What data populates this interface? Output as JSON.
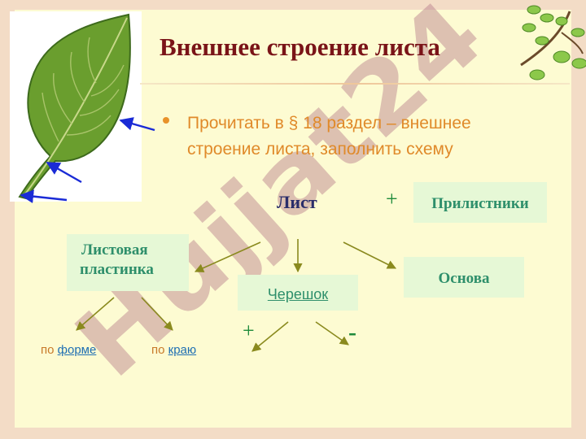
{
  "title": "Внешнее строение листа",
  "bullet": "Прочитать в § 18 раздел – внешнее строение листа, заполнить схему",
  "diagram": {
    "root": "Лист",
    "plus_top": "+",
    "stipules": "Прилистники",
    "blade_line1": "Листовая",
    "blade_line2": "пластинка",
    "petiole": "Черешок",
    "base": "Основа",
    "plus_bottom": "+",
    "minus_bottom": "-",
    "by_shape_prefix": "по",
    "by_shape_word": "форме",
    "by_edge_prefix": "по",
    "by_edge_word": "краю"
  },
  "watermark": "Hujjat24",
  "colors": {
    "title": "#7a1418",
    "bullet_text": "#e08a2a",
    "box_text": "#2e8f6b",
    "box_fill": "#e6f8d6",
    "arrow": "#8a8a1e",
    "pointer_arrow": "#1a2bd6",
    "watermark": "#b57a8a"
  }
}
